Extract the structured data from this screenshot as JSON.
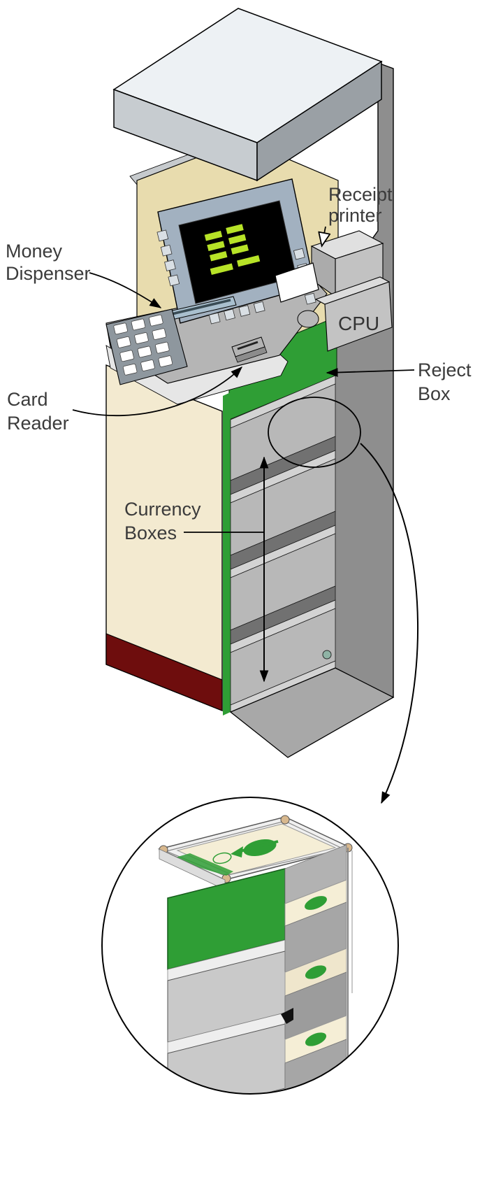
{
  "diagram": {
    "labels": {
      "money_dispenser": [
        "Money",
        "Dispenser"
      ],
      "receipt_printer": [
        "Receipt",
        "printer"
      ],
      "cpu": [
        "CPU"
      ],
      "reject_box": [
        "Reject",
        "Box"
      ],
      "card_reader": [
        "Card",
        "Reader"
      ],
      "currency_boxes": [
        "Currency",
        "Boxes"
      ]
    },
    "colors": {
      "cabinet_cream": "#f3ead0",
      "interior_tan": "#e8dcae",
      "accent_green": "#2f9e35",
      "screen_background": "#000000",
      "screen_text_green": "#b7e327",
      "base_stripe_maroon": "#6e0d0d",
      "body_gray": "#b8b8b8",
      "rear_panel_gray": "#8e8e8e",
      "bezel_blue_gray": "#a2b1c0"
    }
  }
}
